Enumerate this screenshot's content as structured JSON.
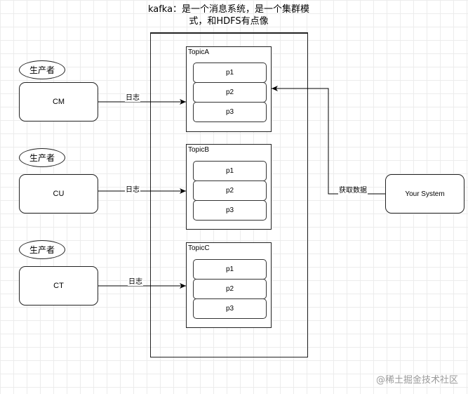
{
  "title_line1": "kafka：是一个消息系统，是一个集群模",
  "title_line2": "式，和HDFS有点像",
  "topics": [
    {
      "label": "TopicA",
      "partitions": [
        "p1",
        "p2",
        "p3"
      ]
    },
    {
      "label": "TopicB",
      "partitions": [
        "p1",
        "p2",
        "p3"
      ]
    },
    {
      "label": "TopicC",
      "partitions": [
        "p1",
        "p2",
        "p3"
      ]
    }
  ],
  "producers": [
    {
      "tag": "生产者",
      "name": "CM",
      "edge_label": "日志"
    },
    {
      "tag": "生产者",
      "name": "CU",
      "edge_label": "日志"
    },
    {
      "tag": "生产者",
      "name": "CT",
      "edge_label": "日志"
    }
  ],
  "consumer": {
    "name": "Your System",
    "edge_label": "获取数据"
  },
  "watermark": "@稀土掘金技术社区"
}
